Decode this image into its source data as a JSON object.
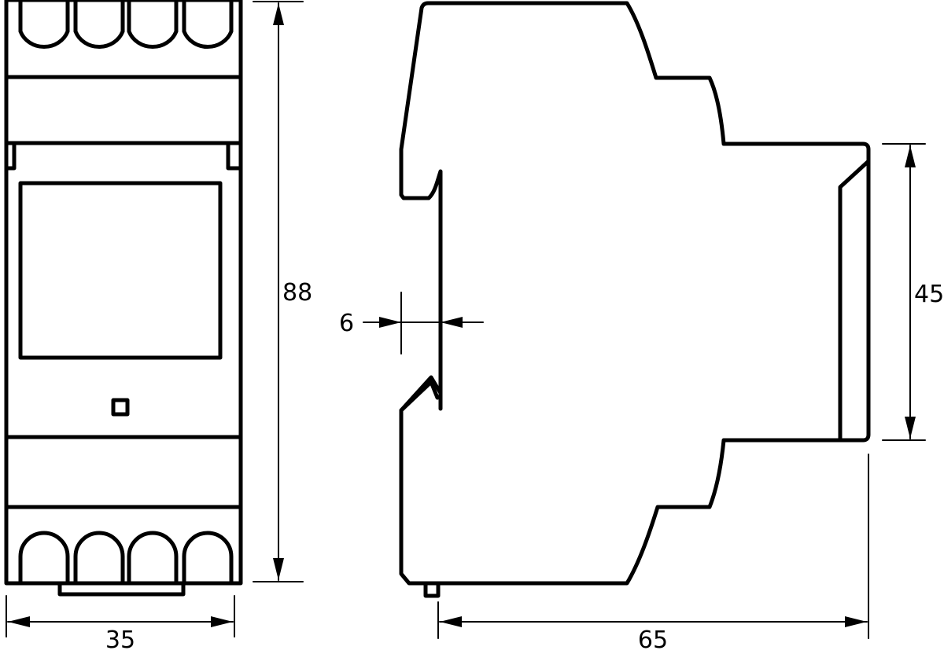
{
  "dimensions": {
    "height_front": "88",
    "width_front": "35",
    "rail_offset": "6",
    "depth_side": "65",
    "height_inner": "45"
  }
}
